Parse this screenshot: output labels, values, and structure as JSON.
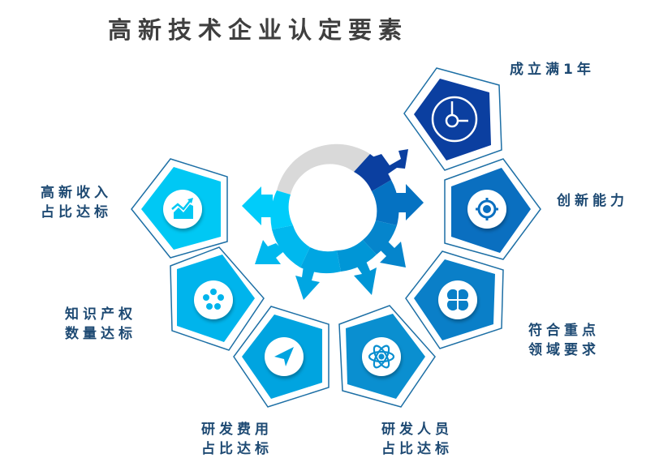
{
  "title": "高新技术企业认定要素",
  "colors": {
    "title": "#3f3f3f",
    "label": "#1e4a73",
    "gear_gray": "#d9d9d9",
    "gear_dark": "#0b3fa0",
    "outline": "#1d6fa5"
  },
  "center": {
    "type": "gear-ring",
    "segments": 7,
    "gray_segment": "top-left"
  },
  "factors": [
    {
      "id": 1,
      "line1": "成立满1年",
      "line2": "",
      "icon": "clock-icon",
      "color": "#0b3fa0"
    },
    {
      "id": 2,
      "line1": "创新能力",
      "line2": "",
      "icon": "target-icon",
      "color": "#0a6fc0"
    },
    {
      "id": 3,
      "line1": "符合重点",
      "line2": "领域要求",
      "icon": "clover-icon",
      "color": "#0a7fc8"
    },
    {
      "id": 4,
      "line1": "研发人员",
      "line2": "占比达标",
      "icon": "atom-icon",
      "color": "#0a8fd0"
    },
    {
      "id": 5,
      "line1": "研发费用",
      "line2": "占比达标",
      "icon": "paper-plane-icon",
      "color": "#00a4e0"
    },
    {
      "id": 6,
      "line1": "知识产权",
      "line2": "数量达标",
      "icon": "film-reel-icon",
      "color": "#00b4ec"
    },
    {
      "id": 7,
      "line1": "高新收入",
      "line2": "占比达标",
      "icon": "trend-chart-icon",
      "color": "#00c8f4"
    }
  ]
}
